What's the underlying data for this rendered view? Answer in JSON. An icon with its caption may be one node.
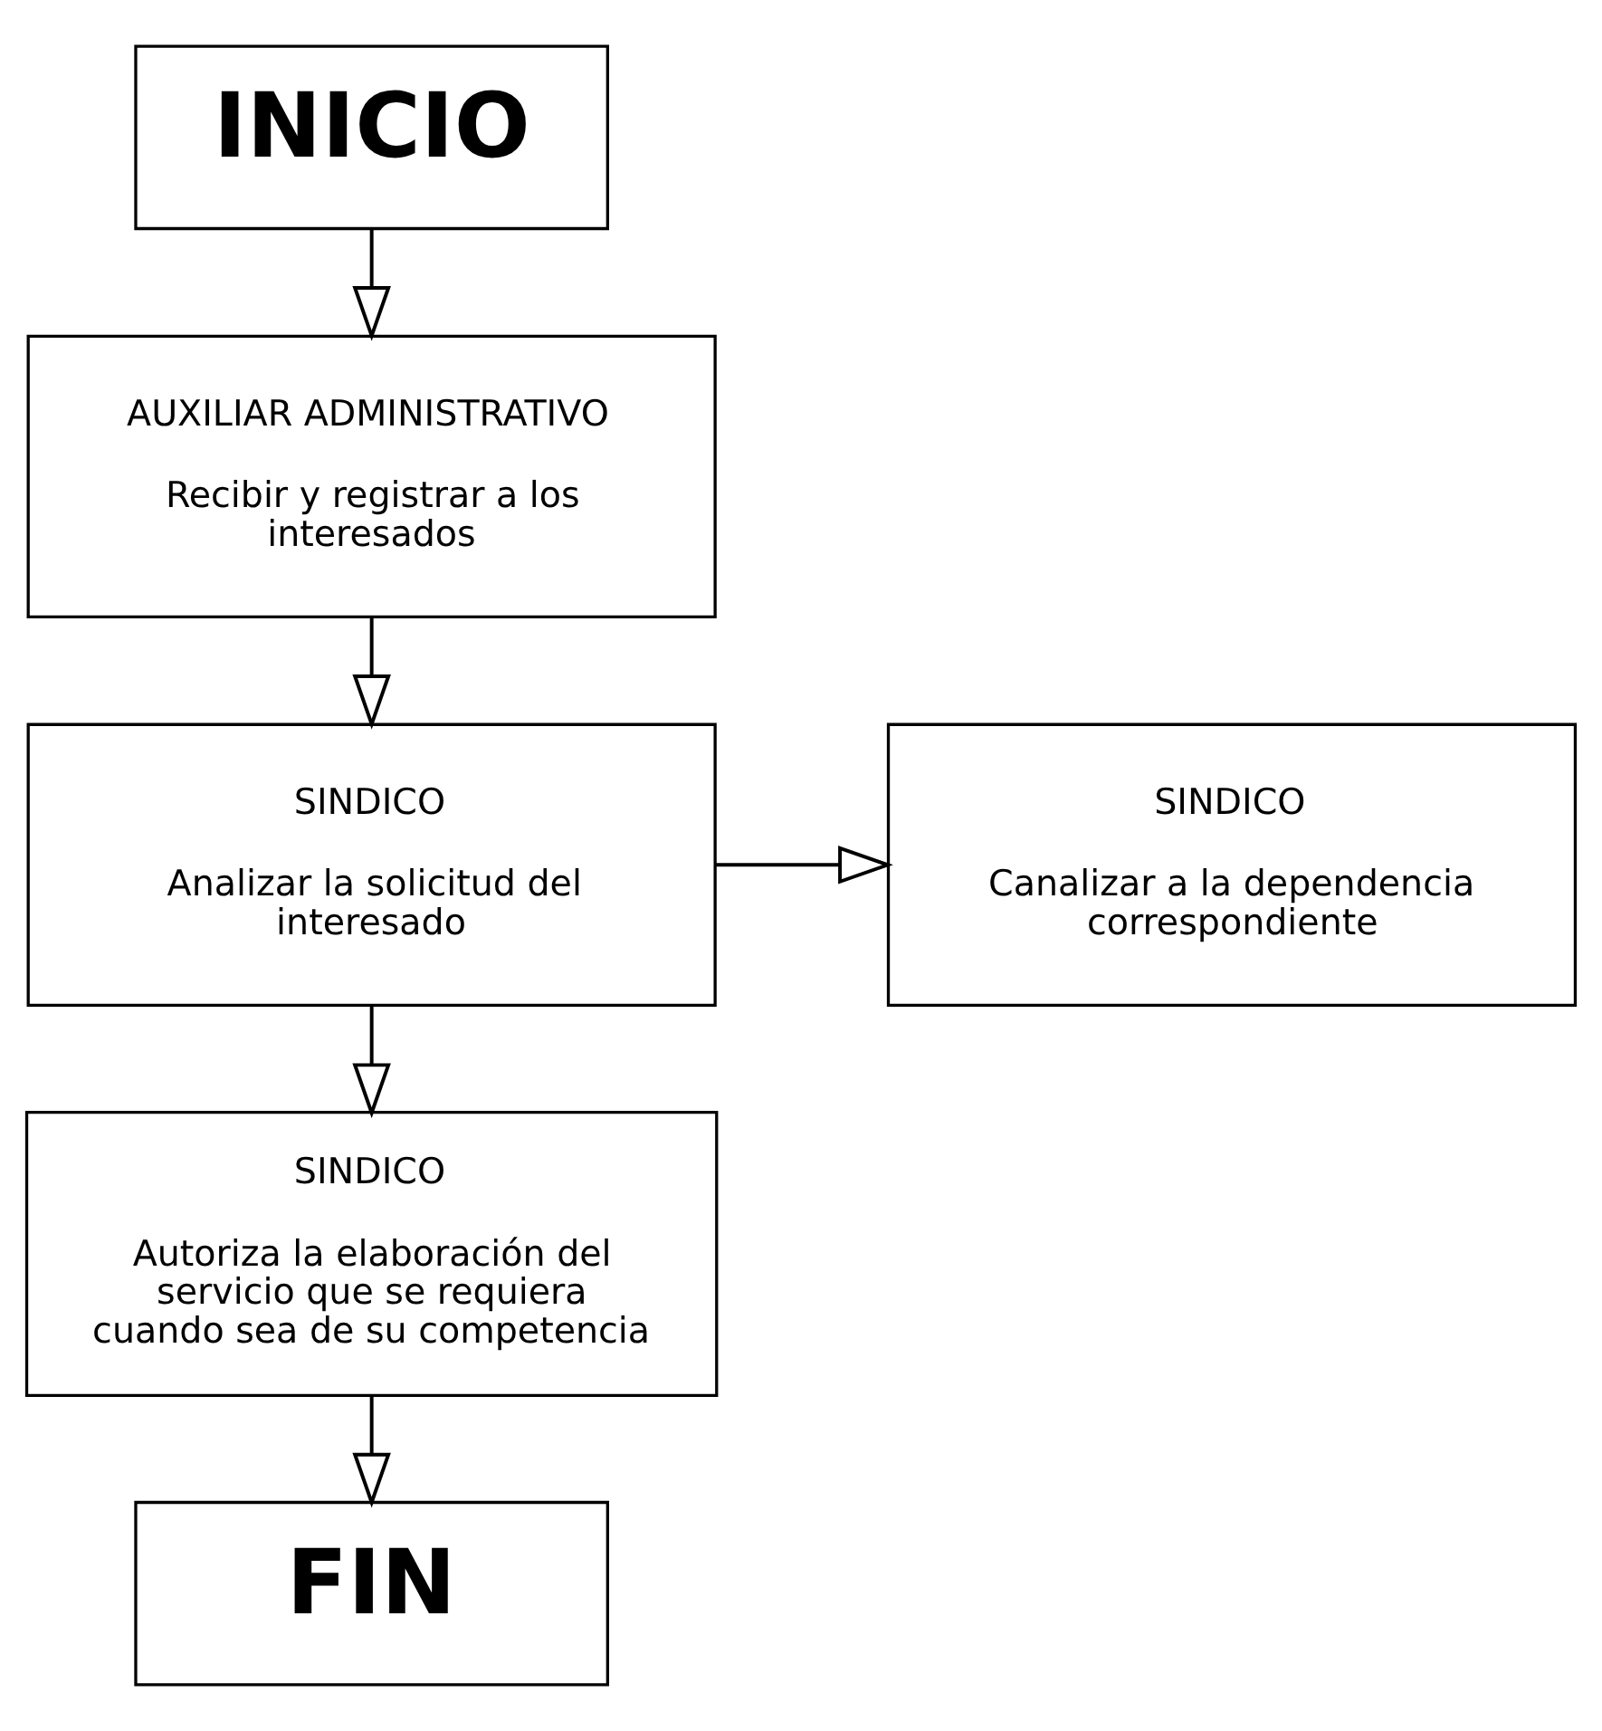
{
  "diagram": {
    "nodes": [
      {
        "text": [
          "INICIO"
        ]
      },
      {
        "text": [
          "AUXILIAR ADMINISTRATIVO",
          "Recibir y registrar a los interesados"
        ]
      },
      {
        "text": [
          "SINDICO",
          "Analizar la solicitud del interesado"
        ]
      },
      {
        "text": [
          "SINDICO",
          "Canalizar a la dependencia correspondiente"
        ]
      },
      {
        "text": [
          "SINDICO",
          "Autoriza la elaboración del servicio que se requiera cuando sea de su competencia"
        ]
      },
      {
        "text": [
          "FIN"
        ]
      }
    ],
    "edges": [
      {
        "from": 0,
        "to": 1,
        "arrow": "to"
      },
      {
        "from": 1,
        "to": 2,
        "arrow": "to"
      },
      {
        "from": 2,
        "to": 3,
        "arrow": "to"
      },
      {
        "from": 2,
        "to": 4,
        "arrow": "to"
      },
      {
        "from": 4,
        "to": 5,
        "arrow": "to"
      }
    ]
  }
}
